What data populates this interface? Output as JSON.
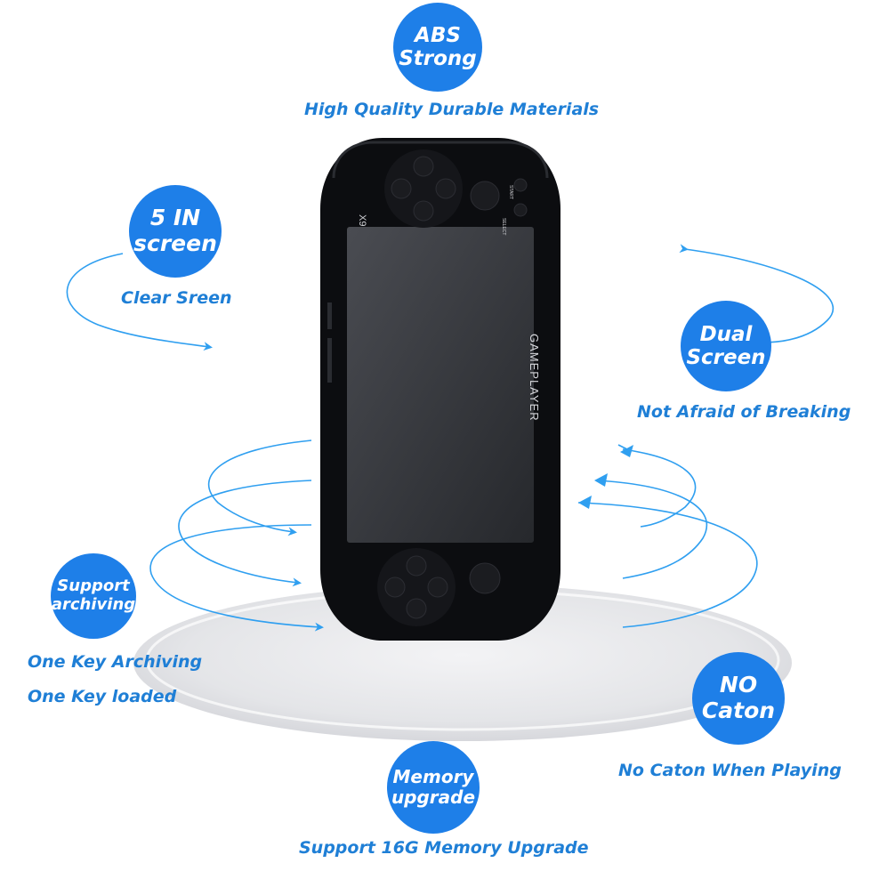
{
  "colors": {
    "accent": "#1e7fe8",
    "caption": "#1f7fd6",
    "arrow": "#2f9ff0",
    "device": "#0c0d10"
  },
  "device": {
    "model_label": "X9",
    "side_label": "GAMEPLAYER",
    "select_label": "SELECT",
    "start_label": "START"
  },
  "badges": [
    {
      "id": "abs",
      "lines": [
        "ABS",
        "Strong"
      ],
      "caption": "High Quality Durable Materials"
    },
    {
      "id": "screen",
      "lines": [
        "5 IN",
        "screen"
      ],
      "caption": "Clear Sreen"
    },
    {
      "id": "dual",
      "lines": [
        "Dual",
        "Screen"
      ],
      "caption": "Not Afraid of Breaking"
    },
    {
      "id": "archiving",
      "lines": [
        "Support",
        "archiving"
      ],
      "caption": "One Key Archiving",
      "caption2": "One Key loaded"
    },
    {
      "id": "caton",
      "lines": [
        "NO",
        "Caton"
      ],
      "caption": "No Caton When Playing"
    },
    {
      "id": "memory",
      "lines": [
        "Memory",
        "upgrade"
      ],
      "caption": "Support 16G Memory Upgrade"
    }
  ]
}
